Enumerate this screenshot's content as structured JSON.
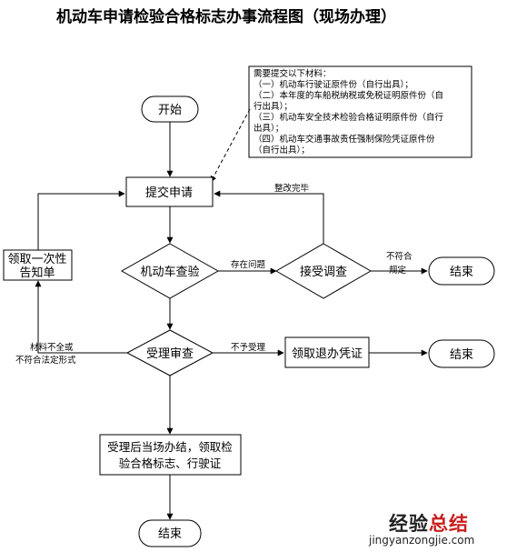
{
  "title": "机动车申请检验合格标志办事流程图（现场办理）",
  "note": {
    "lines": [
      "需要提交以下材料：",
      "（一）机动车行驶证原件份（自行出具）；",
      "（二）本年度的车船税纳税或免税证明原件份（自",
      "行出具）；",
      "（三）机动车安全技术检验合格证明原件份（自行",
      "出具）；",
      "（四）机动车交通事故责任强制保险凭证原件份",
      "（自行出具）；"
    ]
  },
  "nodes": {
    "start": "开始",
    "submit": "提交申请",
    "inspect": "机动车查验",
    "investigate": "接受调查",
    "end_right_1": "结束",
    "notify_line1": "领取一次性",
    "notify_line2": "告知单",
    "accept_review": "受理审查",
    "refund_cert": "领取退办凭证",
    "end_right_2": "结束",
    "issue_line1": "受理后当场办结，领取检",
    "issue_line2": "验合格标志、行驶证",
    "end_bottom": "结束"
  },
  "edges": {
    "rectified": "整改完毕",
    "has_issue": "存在问题",
    "noncompliant_line1": "不符合",
    "noncompliant_line2": "规定",
    "incomplete_line1": "材料不全或",
    "incomplete_line2": "不符合法定形式",
    "rejected": "不予受理"
  },
  "watermark": {
    "cn_black": "经验",
    "cn_red": "总结",
    "en": "jingyanzongjie.com"
  }
}
